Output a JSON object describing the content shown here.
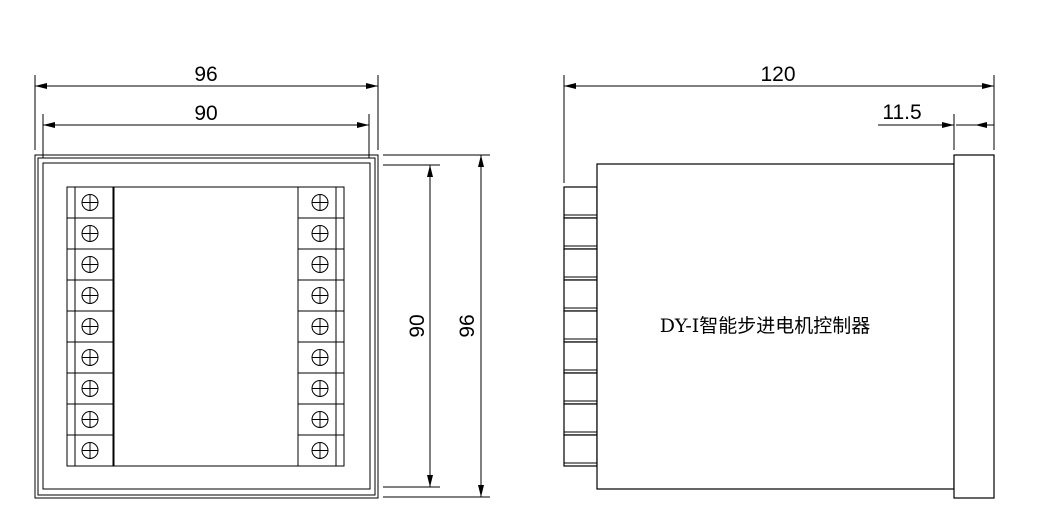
{
  "dimensions": {
    "front_overall_width": "96",
    "front_inner_width": "90",
    "front_inner_height": "90",
    "front_overall_height": "96",
    "side_overall_depth": "120",
    "side_bezel_depth": "11.5"
  },
  "product_label": "DY-I智能步进电机控制器",
  "terminals": {
    "left_count": 9,
    "right_count": 9
  }
}
